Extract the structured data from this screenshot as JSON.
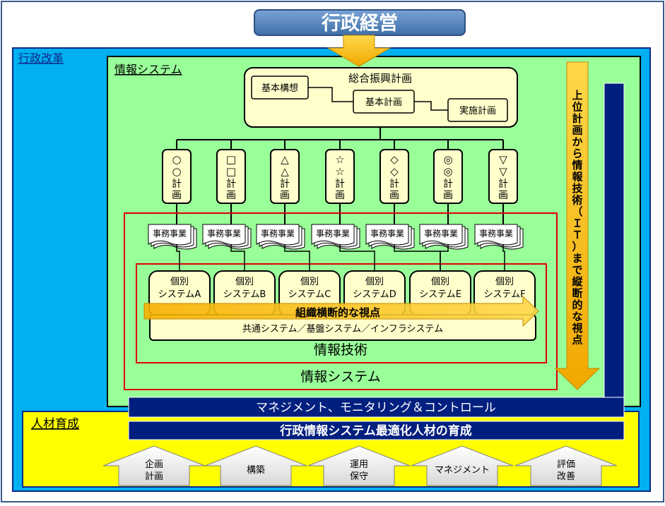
{
  "top_title": "行政経営",
  "gyosei_kaikaku": "行政改革",
  "joho_system_outer": "情報システム",
  "master_plan": {
    "title": "総合振興計画",
    "kihon_koso": "基本構想",
    "kihon_keikaku": "基本計画",
    "jisshi_keikaku": "実施計画"
  },
  "plans": [
    {
      "symbol": "○",
      "symbol2": "○",
      "l1": "計",
      "l2": "画"
    },
    {
      "symbol": "□",
      "symbol2": "□",
      "l1": "計",
      "l2": "画"
    },
    {
      "symbol": "△",
      "symbol2": "△",
      "l1": "計",
      "l2": "画"
    },
    {
      "symbol": "☆",
      "symbol2": "☆",
      "l1": "計",
      "l2": "画"
    },
    {
      "symbol": "◇",
      "symbol2": "◇",
      "l1": "計",
      "l2": "画"
    },
    {
      "symbol": "◎",
      "symbol2": "◎",
      "l1": "計",
      "l2": "画"
    },
    {
      "symbol": "▽",
      "symbol2": "▽",
      "l1": "計",
      "l2": "画"
    }
  ],
  "jimu_jigyo": "事務事業",
  "individual_systems": [
    {
      "l1": "個別",
      "l2": "システムA"
    },
    {
      "l1": "個別",
      "l2": "システムB"
    },
    {
      "l1": "個別",
      "l2": "システムC"
    },
    {
      "l1": "個別",
      "l2": "システムD"
    },
    {
      "l1": "個別",
      "l2": "システムE"
    },
    {
      "l1": "個別",
      "l2": "システムF"
    }
  ],
  "cross_view": "組織横断的な視点",
  "common_systems": "共通システム／基盤システム／インフラシステム",
  "joho_gijutsu": "情報技術",
  "joho_system_inner": "情報システム",
  "vertical_view": "上位計画から情報技術（ＩＴ）まで縦断的な視点",
  "management_bar": "マネジメント、モニタリング＆コントロール",
  "jinzai_ikusei": "人材育成",
  "optimization_bar": "行政情報システム最適化人材の育成",
  "stages": [
    {
      "l1": "企画",
      "l2": "計画"
    },
    {
      "l1": "構築",
      "l2": ""
    },
    {
      "l1": "運用",
      "l2": "保守"
    },
    {
      "l1": "マネジメント",
      "l2": ""
    },
    {
      "l1": "評価",
      "l2": "改善"
    }
  ],
  "colors": {
    "cyan": "#00B0F0",
    "light_green": "#99FF99",
    "yellow": "#FFFF00",
    "navy": "#001F7F",
    "cream": "#FFFFCC",
    "gold": "#F5C000",
    "red": "#E00000",
    "title_blue": "#4F81BD"
  }
}
